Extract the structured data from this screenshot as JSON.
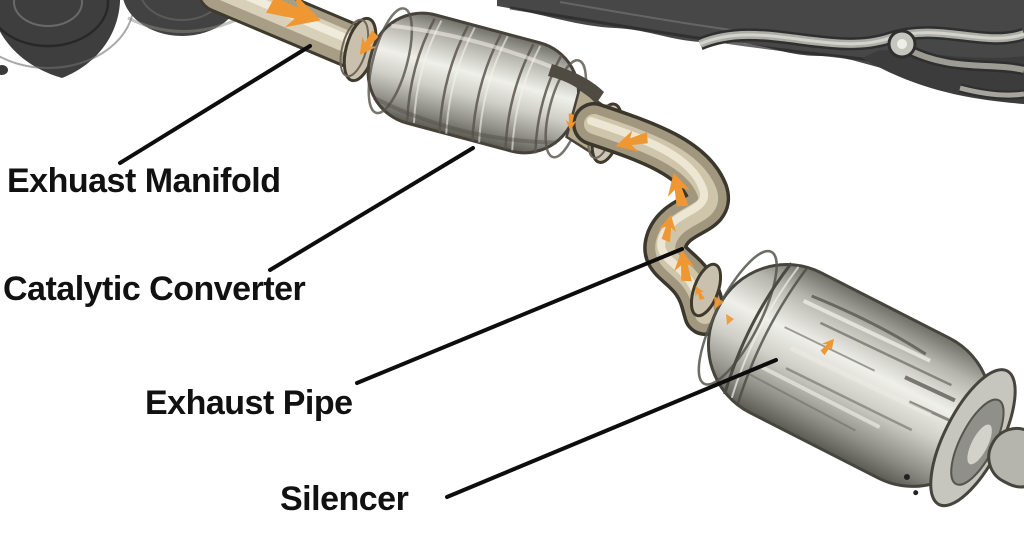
{
  "diagram": {
    "type": "labeled-illustration",
    "subject": "Car exhaust system underside view",
    "background_color": "#ffffff",
    "labels": [
      {
        "id": "exhaust-manifold",
        "text": "Exhuast Manifold"
      },
      {
        "id": "catalytic-converter",
        "text": "Catalytic Converter"
      },
      {
        "id": "exhaust-pipe",
        "text": "Exhaust Pipe"
      },
      {
        "id": "silencer",
        "text": "Silencer"
      }
    ],
    "colors": {
      "label_text": "#111111",
      "leader_line": "#0d0d0d",
      "flow_arrows": "#ef9732",
      "pipe_metal": "#b3a98f",
      "component_metal": "#d9d9d3",
      "chassis_sketch": "#474747"
    }
  }
}
